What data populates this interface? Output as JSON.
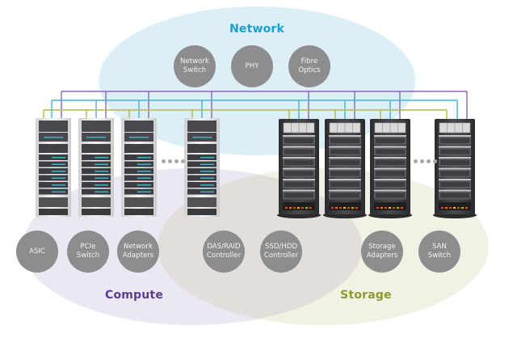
{
  "diagram": {
    "regions": [
      {
        "id": "network",
        "label": "Network",
        "color": "#1a9fcf",
        "fill": "#dceff7"
      },
      {
        "id": "compute",
        "label": "Compute",
        "color": "#5b3c95",
        "fill": "#ebe8f3"
      },
      {
        "id": "storage",
        "label": "Storage",
        "color": "#8f9a2e",
        "fill": "#f1f2e4"
      }
    ],
    "overlap_fill": "#e1dedb",
    "nodes": {
      "network": [
        "Network\nSwitch",
        "PHY",
        "Fibre\nOptics"
      ],
      "compute": [
        "ASIC",
        "PCIe\nSwitch",
        "Network\nAdapters"
      ],
      "shared": [
        "DAS/RAID\nController",
        "SSD/HDD\nController"
      ],
      "storage": [
        "Storage\nAdapters",
        "SAN\nSwitch"
      ]
    },
    "node_color": "#8d8d8f",
    "buses": [
      {
        "name": "purple-bus",
        "color": "#8a68b8"
      },
      {
        "name": "blue-bus",
        "color": "#3eb6dc"
      },
      {
        "name": "olive-bus",
        "color": "#b3b94a"
      }
    ],
    "compute_servers": {
      "count_shown": 4,
      "ellipsis": "...."
    },
    "storage_servers": {
      "count_shown": 4,
      "ellipsis": "...."
    }
  }
}
